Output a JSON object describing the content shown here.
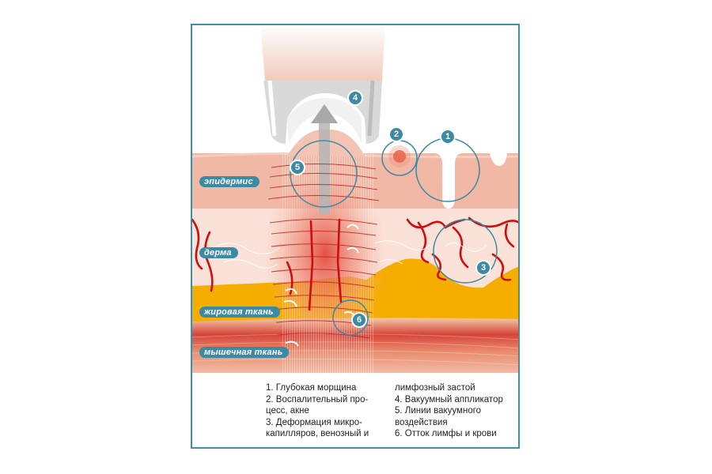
{
  "layers": {
    "epidermis": "эпидермис",
    "dermis": "дерма",
    "fat": "жировая ткань",
    "muscle": "мышечная ткань"
  },
  "markers": [
    "1",
    "2",
    "3",
    "4",
    "5",
    "6"
  ],
  "legend": {
    "left": [
      "1. Глубокая морщина",
      "2. Воспалительный про-",
      "цесс, акне",
      "3. Деформация микро-",
      "капилляров, венозный и"
    ],
    "right": [
      "лимфозный застой",
      "4. Вакуумный аппликатор",
      "5. Линии вакуумного",
      "воздействия",
      "6. Отток лимфы и крови"
    ]
  },
  "colors": {
    "frame": "#3f8fa8",
    "marker": "#3d8aa4",
    "epidermis": "#f1b8a6",
    "dermis": "#fbe2d8",
    "fat": "#f5ad00",
    "muscle": "#d9473c",
    "vessel": "#d10d0d",
    "applicator": "#dfdfdf"
  }
}
